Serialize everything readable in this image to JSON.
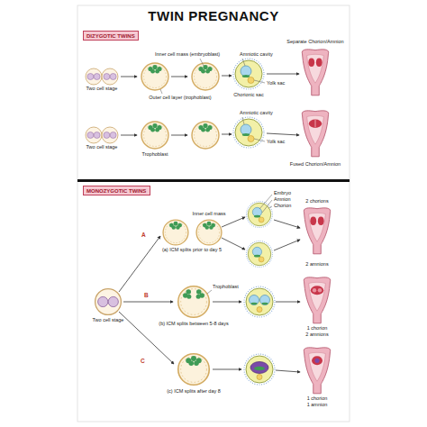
{
  "diagram": {
    "title": "TWIN PREGNANCY",
    "nodes": [
      {
        "text": [
          "DIZYGOTIC TWINS"
        ]
      },
      {
        "text": [
          "MONOZYGOTIC TWINS"
        ]
      }
    ],
    "labels": [
      "Two cell stage",
      "Inner cell mass (embryoblast)",
      "Outer cell layer (trophoblast)",
      "Amniotic cavity",
      "Yolk sac",
      "Chorionic sac",
      "Separate Chorion/Amnion",
      "Two cell stage",
      "Trophoblast",
      "Amniotic cavity",
      "Yolk sac",
      "Fused Chorion/Amnion",
      "Two cell stage",
      "A",
      "B",
      "C",
      "(a) ICM splits prior to day 5",
      "Inner cell mass",
      "Embryo",
      "Amnion",
      "Chorion",
      "2 chorions",
      "2 amnions",
      "(b) ICM splits between 5-8 days",
      "Trophoblast",
      "1 chorion",
      "(c) ICM splits after day 8",
      "2 amnions",
      "1 chorion",
      "1 amnion"
    ]
  }
}
